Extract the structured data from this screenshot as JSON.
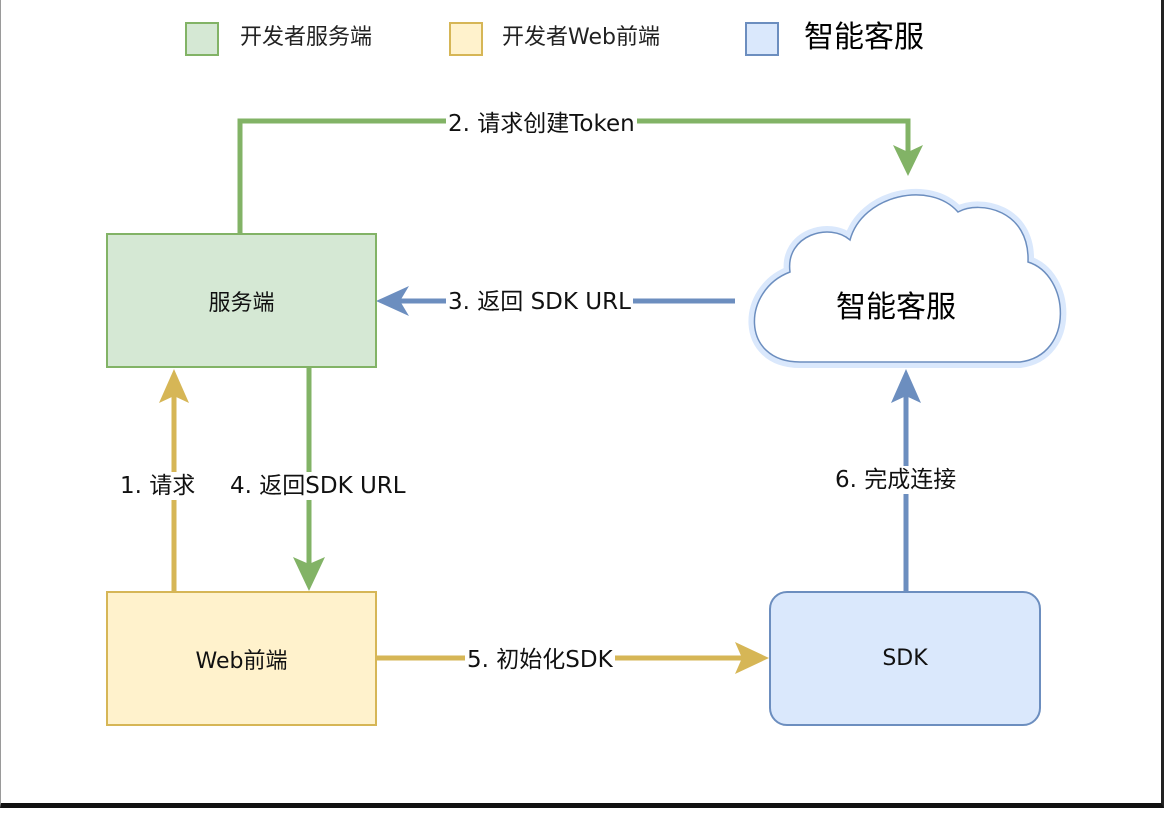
{
  "legend": [
    {
      "label": "开发者服务端",
      "fill": "#d5e8d4",
      "stroke": "#82b366"
    },
    {
      "label": "开发者Web前端",
      "fill": "#fff2cc",
      "stroke": "#d6b656"
    },
    {
      "label": "智能客服",
      "fill": "#dae8fc",
      "stroke": "#6c8ebf"
    }
  ],
  "nodes": {
    "server": {
      "label": "服务端",
      "fill": "#d5e8d4",
      "stroke": "#82b366"
    },
    "web": {
      "label": "Web前端",
      "fill": "#fff2cc",
      "stroke": "#d6b656"
    },
    "sdk": {
      "label": "SDK",
      "fill": "#dae8fc",
      "stroke": "#6c8ebf"
    },
    "cloud": {
      "label": "智能客服",
      "fill": "#ffffff",
      "stroke": "#6c8ebf",
      "halo": "#dae8fc"
    }
  },
  "edges": [
    {
      "id": "e1",
      "label": "1. 请求",
      "from": "web",
      "to": "server",
      "color": "#d6b656"
    },
    {
      "id": "e2",
      "label": "2. 请求创建Token",
      "from": "server",
      "to": "cloud",
      "color": "#82b366"
    },
    {
      "id": "e3",
      "label": "3. 返回 SDK URL",
      "from": "cloud",
      "to": "server",
      "color": "#6c8ebf"
    },
    {
      "id": "e4",
      "label": "4. 返回SDK URL",
      "from": "server",
      "to": "web",
      "color": "#82b366"
    },
    {
      "id": "e5",
      "label": "5. 初始化SDK",
      "from": "web",
      "to": "sdk",
      "color": "#d6b656"
    },
    {
      "id": "e6",
      "label": "6. 完成连接",
      "from": "sdk",
      "to": "cloud",
      "color": "#6c8ebf"
    }
  ]
}
